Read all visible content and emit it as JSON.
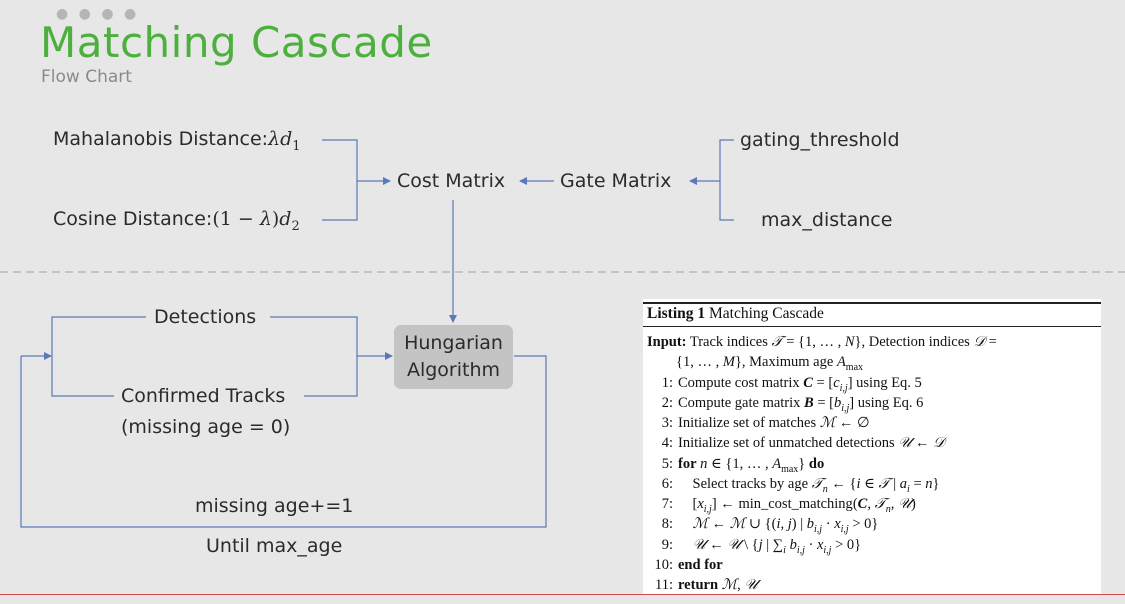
{
  "slide": {
    "title": "Matching Cascade",
    "subtitle": "Flow Chart"
  },
  "diagram": {
    "mahalanobis_label": "Mahalanobis Distance:",
    "cosine_label": "Cosine Distance:",
    "cost_matrix": "Cost Matrix",
    "gate_matrix": "Gate Matrix",
    "gating_threshold": "gating_threshold",
    "max_distance": "max_distance",
    "detections": "Detections",
    "confirmed_tracks": "Confirmed Tracks",
    "missing_age_zero": "(missing age = 0)",
    "hungarian_line1": "Hungarian",
    "hungarian_line2": "Algorithm",
    "missing_age_increment": "missing age+=1",
    "until_max_age": "Until max_age"
  },
  "listing": {
    "caption_number": "Listing 1",
    "caption_title": "Matching Cascade",
    "input_label": "Input:",
    "lines": [
      {
        "n": "1:",
        "text": "Compute cost matrix"
      },
      {
        "n": "2:",
        "text": "Compute gate matrix"
      },
      {
        "n": "3:",
        "text": "Initialize set of matches"
      },
      {
        "n": "4:",
        "text": "Initialize set of unmatched detections"
      },
      {
        "n": "5:",
        "text": "for"
      },
      {
        "n": "6:",
        "text": "Select tracks by age"
      },
      {
        "n": "7:",
        "text": "min_cost_matching"
      },
      {
        "n": "8:",
        "text": ""
      },
      {
        "n": "9:",
        "text": ""
      },
      {
        "n": "10:",
        "text": "end for"
      },
      {
        "n": "11:",
        "text": "return"
      }
    ]
  },
  "colors": {
    "title_green": "#4daf3e",
    "line_blue": "#5b78b8",
    "background": "#e7e7e7"
  }
}
